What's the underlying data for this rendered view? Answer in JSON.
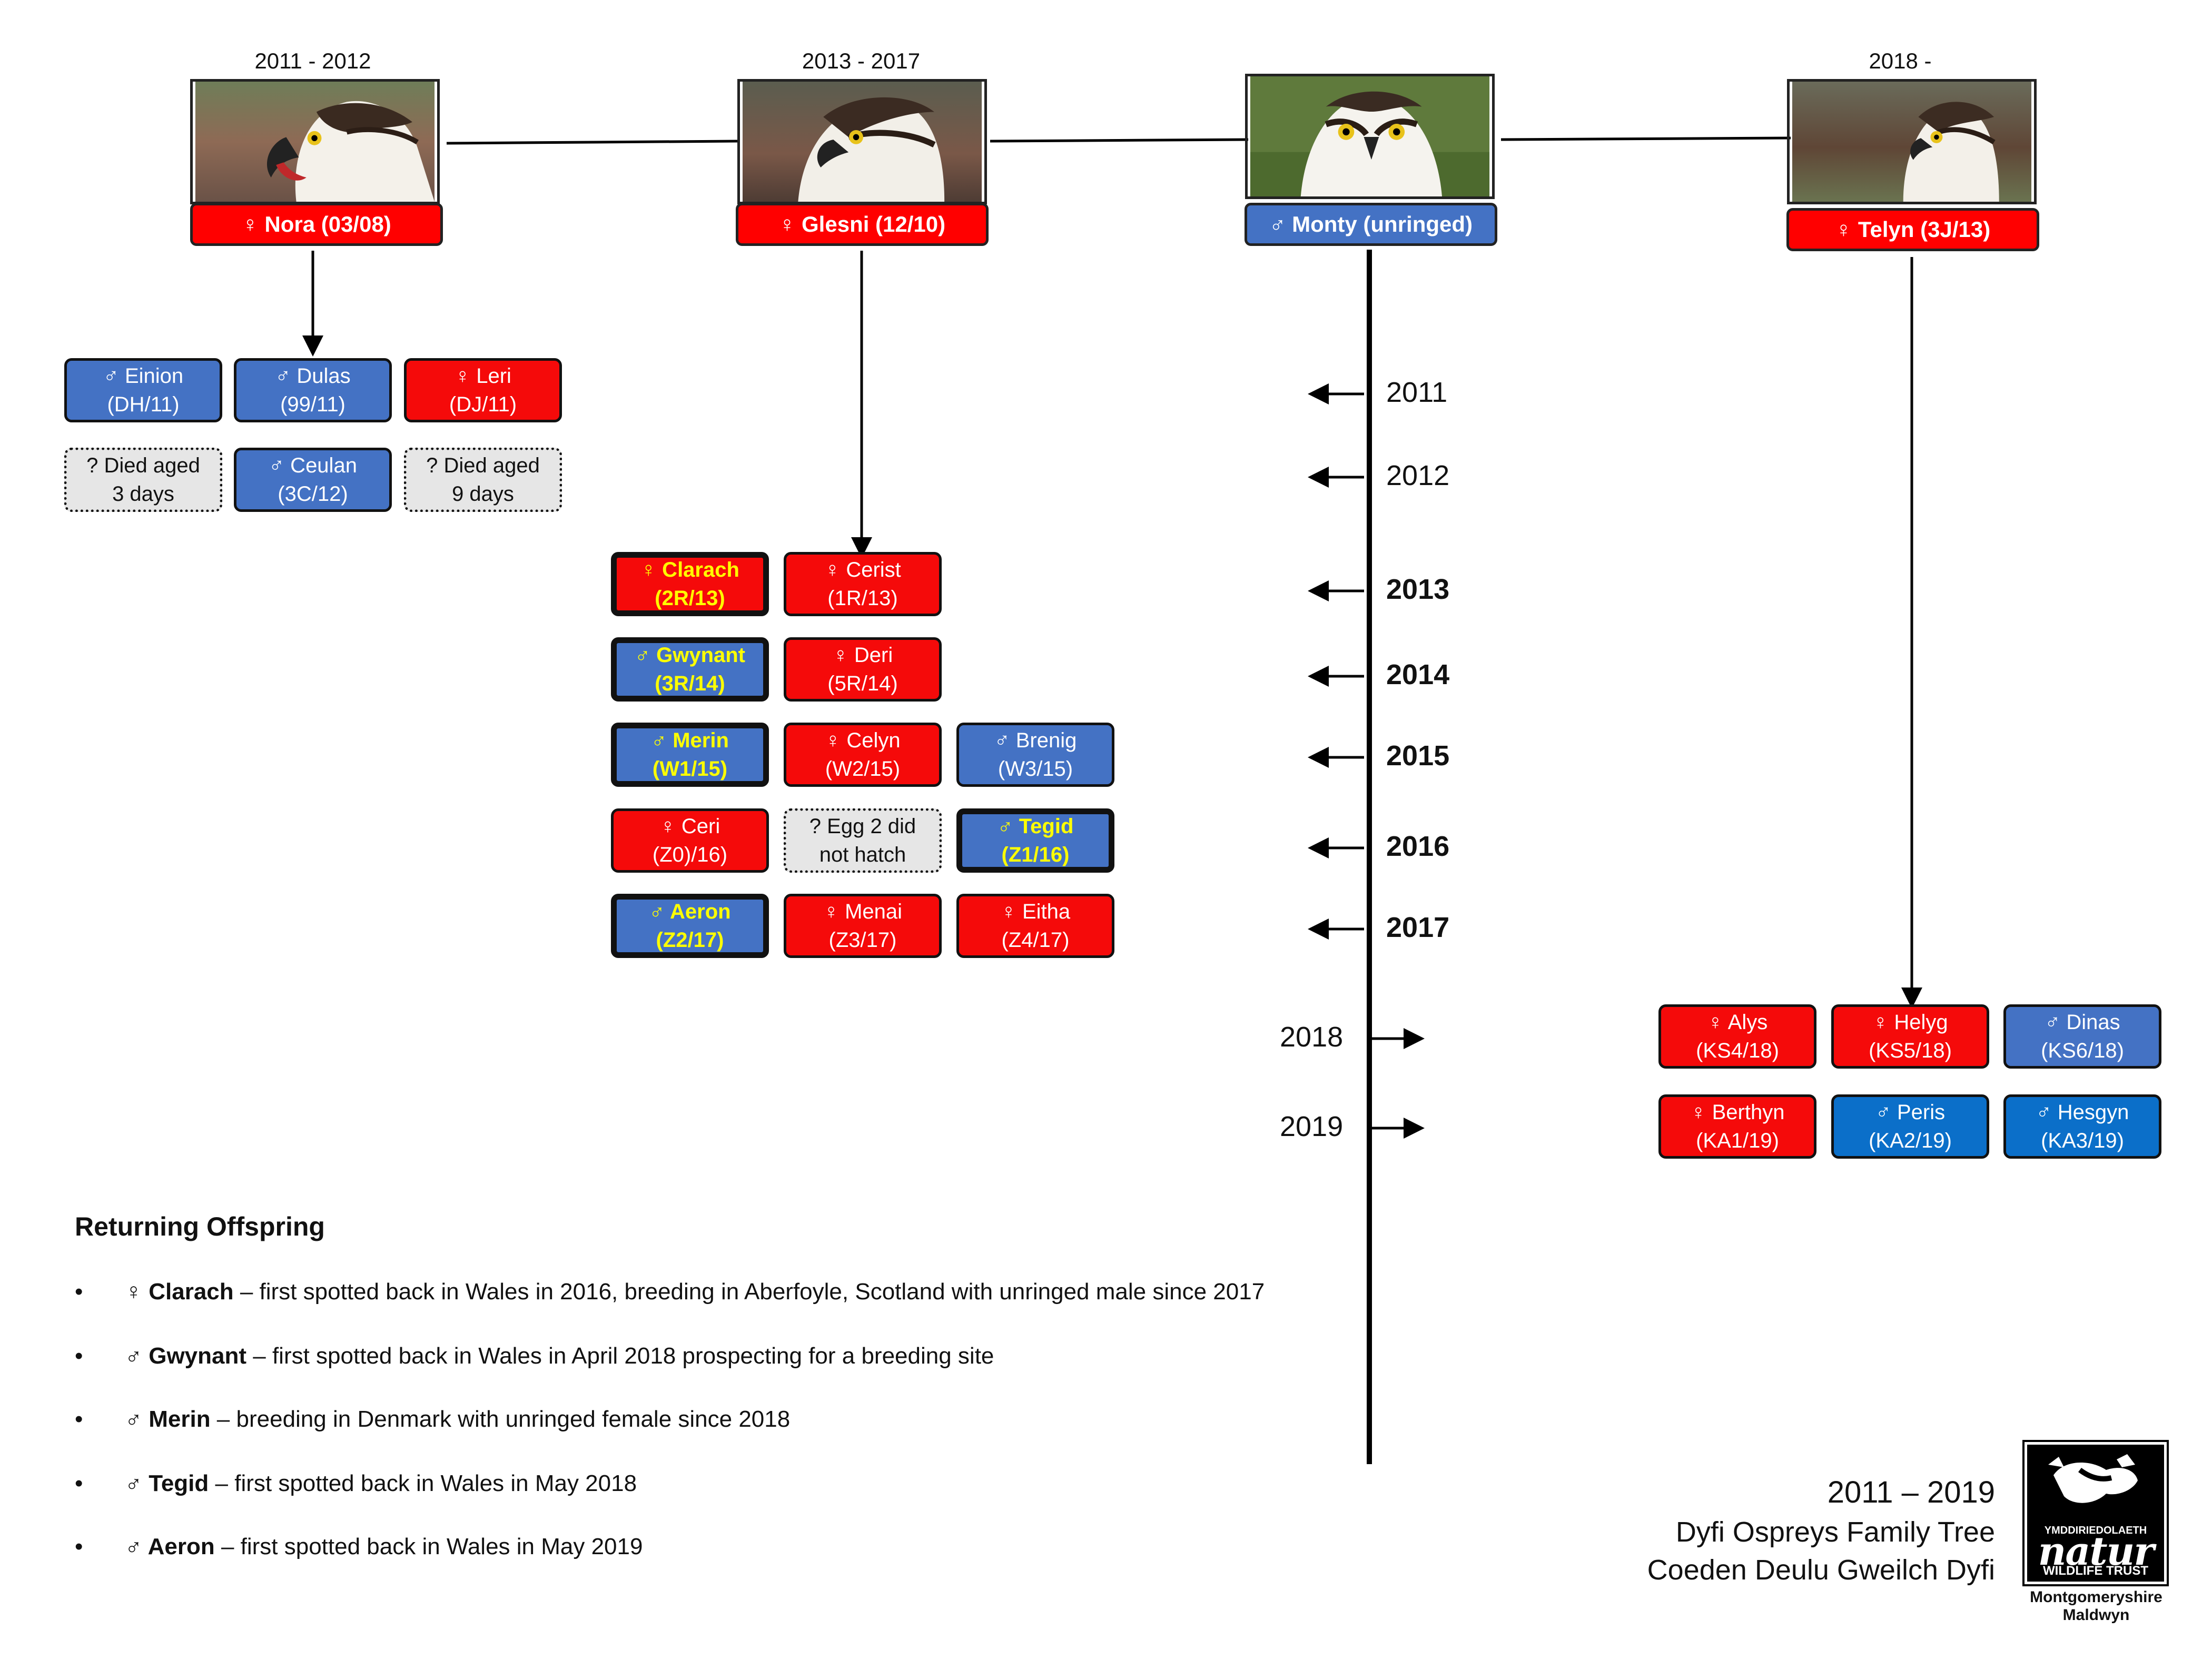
{
  "parents": [
    {
      "period": "2011 - 2012",
      "label": "♀ Nora (03/08)",
      "color": "#ff0000"
    },
    {
      "period": "2013 - 2017",
      "label": "♀ Glesni (12/10)",
      "color": "#ff0000"
    },
    {
      "period": "",
      "label": "♂ Monty (unringed)",
      "color": "#4472c4"
    },
    {
      "period": "2018 -",
      "label": "♀ Telyn (3J/13)",
      "color": "#ff0000"
    }
  ],
  "nora_chicks": [
    {
      "line1": "♂ Einion",
      "line2": "(DH/11)",
      "kind": "m"
    },
    {
      "line1": "♂ Dulas",
      "line2": "(99/11)",
      "kind": "m"
    },
    {
      "line1": "♀ Leri",
      "line2": "(DJ/11)",
      "kind": "f"
    },
    {
      "line1": "? Died aged",
      "line2": "3 days",
      "kind": "u"
    },
    {
      "line1": "♂ Ceulan",
      "line2": "(3C/12)",
      "kind": "m"
    },
    {
      "line1": "? Died aged",
      "line2": "9 days",
      "kind": "u"
    }
  ],
  "glesni_chicks": [
    {
      "line1": "♀ Clarach",
      "line2": "(2R/13)",
      "kind": "f ret"
    },
    {
      "line1": "♀ Cerist",
      "line2": "(1R/13)",
      "kind": "f"
    },
    {
      "line1": "♂ Gwynant",
      "line2": "(3R/14)",
      "kind": "m ret"
    },
    {
      "line1": "♀ Deri",
      "line2": "(5R/14)",
      "kind": "f"
    },
    {
      "line1": "♂ Merin",
      "line2": "(W1/15)",
      "kind": "m ret"
    },
    {
      "line1": "♀ Celyn",
      "line2": "(W2/15)",
      "kind": "f"
    },
    {
      "line1": "♂ Brenig",
      "line2": "(W3/15)",
      "kind": "m"
    },
    {
      "line1": "♀ Ceri",
      "line2": "(Z0)/16)",
      "kind": "f"
    },
    {
      "line1": "? Egg 2 did",
      "line2": "not hatch",
      "kind": "u"
    },
    {
      "line1": "♂ Tegid",
      "line2": "(Z1/16)",
      "kind": "m ret"
    },
    {
      "line1": "♂ Aeron",
      "line2": "(Z2/17)",
      "kind": "m ret"
    },
    {
      "line1": "♀ Menai",
      "line2": "(Z3/17)",
      "kind": "f"
    },
    {
      "line1": "♀ Eitha",
      "line2": "(Z4/17)",
      "kind": "f"
    }
  ],
  "telyn_chicks": [
    {
      "line1": "♀ Alys",
      "line2": "(KS4/18)",
      "kind": "f"
    },
    {
      "line1": "♀ Helyg",
      "line2": "(KS5/18)",
      "kind": "f"
    },
    {
      "line1": "♂ Dinas",
      "line2": "(KS6/18)",
      "kind": "m"
    },
    {
      "line1": "♀ Berthyn",
      "line2": "(KA1/19)",
      "kind": "f"
    },
    {
      "line1": "♂ Peris",
      "line2": "(KA2/19)",
      "kind": "m2"
    },
    {
      "line1": "♂ Hesgyn",
      "line2": "(KA3/19)",
      "kind": "m2"
    }
  ],
  "years": [
    "2011",
    "2012",
    "2013",
    "2014",
    "2015",
    "2016",
    "2017",
    "2018",
    "2019"
  ],
  "returning": {
    "title": "Returning Offspring",
    "bullet": "•",
    "items": [
      {
        "name": "♀ Clarach",
        "text": " – first spotted back in Wales in 2016, breeding in Aberfoyle, Scotland with unringed male since 2017"
      },
      {
        "name": "♂ Gwynant",
        "text": " – first spotted back in Wales in April 2018 prospecting for a breeding site"
      },
      {
        "name": "♂ Merin",
        "text": " – breeding in Denmark with unringed female since 2018"
      },
      {
        "name": "♂ Tegid",
        "text": " – first spotted back in Wales in May 2018"
      },
      {
        "name": "♂ Aeron",
        "text": " – first spotted back in Wales in May 2019"
      }
    ]
  },
  "caption": {
    "years": "2011 – 2019",
    "english": "Dyfi Ospreys Family Tree",
    "welsh": "Coeden Deulu Gweilch Dyfi"
  },
  "logo": {
    "top_text": "YMDDIRIEDOLAETH",
    "main": "natur",
    "bottom_text": "WILDLIFE TRUST",
    "region1": "Montgomeryshire",
    "region2": "Maldwyn"
  },
  "colors": {
    "female": "#f50a0a",
    "male": "#4472c4",
    "male_2019": "#0b6fc9",
    "unknown": "#e6e6e6",
    "returning_text": "#ffff00"
  }
}
